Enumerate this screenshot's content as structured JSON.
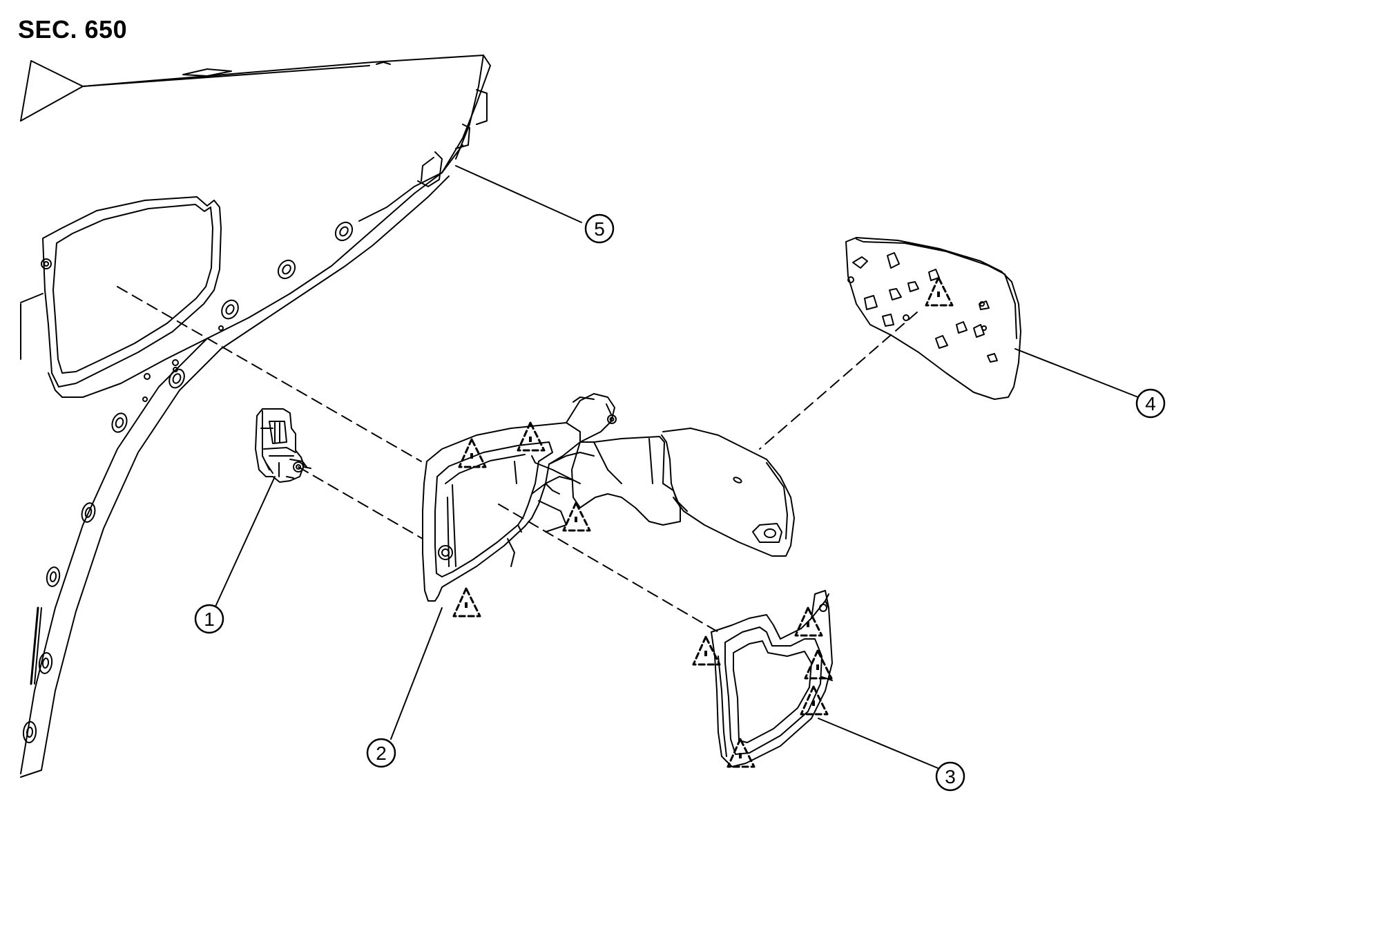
{
  "section_label": "SEC. 650",
  "callouts": [
    {
      "id": "1",
      "text": "1"
    },
    {
      "id": "2",
      "text": "2"
    },
    {
      "id": "3",
      "text": "3"
    },
    {
      "id": "4",
      "text": "4"
    },
    {
      "id": "5",
      "text": "5"
    }
  ],
  "colors": {
    "line": "#000000",
    "background": "#ffffff"
  }
}
